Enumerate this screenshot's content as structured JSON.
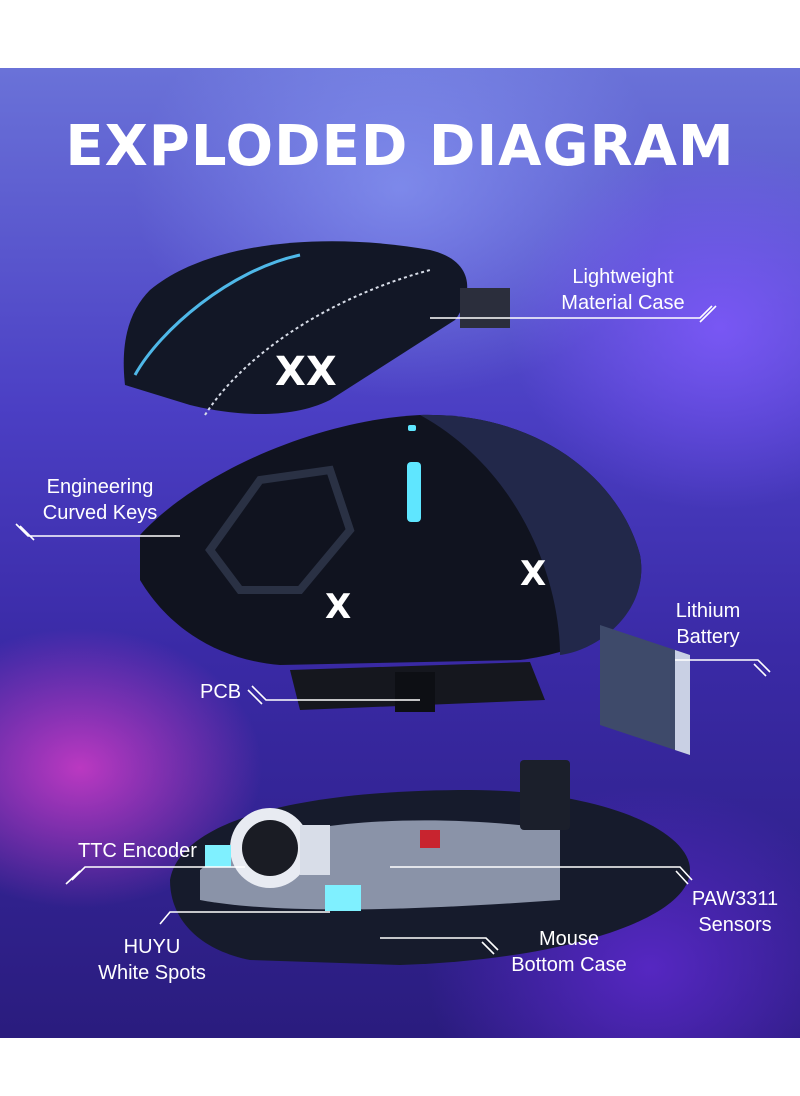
{
  "title": "EXPLODED DIAGRAM",
  "labels": {
    "case": [
      "Lightweight",
      "Material Case"
    ],
    "keys": [
      "Engineering",
      "Curved Keys"
    ],
    "battery": [
      "Lithium",
      "Battery"
    ],
    "pcb": "PCB",
    "encoder": "TTC Encoder",
    "sensor": [
      "PAW3311",
      "Sensors"
    ],
    "spots": [
      "HUYU",
      "White Spots"
    ],
    "bottom": [
      "Mouse",
      "Bottom Case"
    ]
  },
  "colors": {
    "accent": "#5fe6ff",
    "line": "#ffffff",
    "shell": "#111522"
  }
}
